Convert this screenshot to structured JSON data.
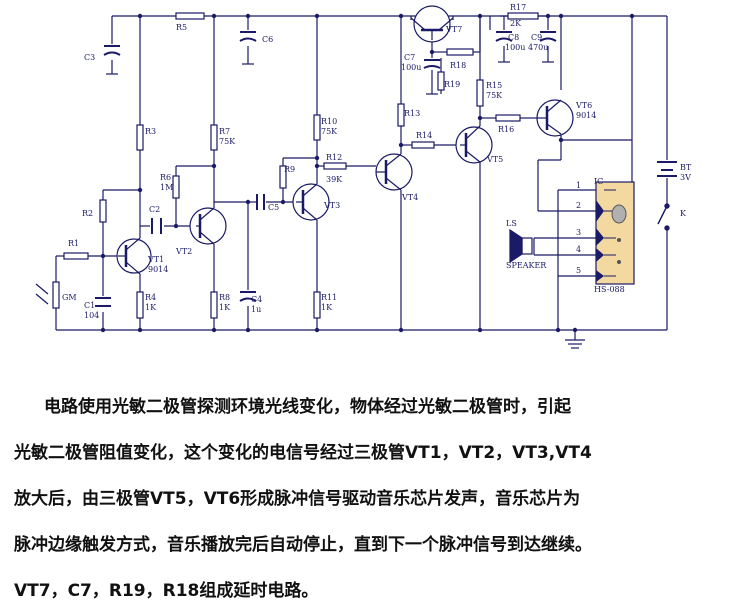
{
  "schematic": {
    "components": [
      {
        "id": "c3",
        "label": "C3"
      },
      {
        "id": "r5",
        "label": "R5"
      },
      {
        "id": "c6",
        "label": "C6"
      },
      {
        "id": "r3",
        "label": "R3"
      },
      {
        "id": "r2",
        "label": "R2"
      },
      {
        "id": "r1",
        "label": "R1"
      },
      {
        "id": "gm",
        "label": "GM"
      },
      {
        "id": "c1",
        "label": "C1",
        "value": "104"
      },
      {
        "id": "vt1",
        "label": "VT1",
        "value": "9014"
      },
      {
        "id": "r4",
        "label": "R4",
        "value": "1K"
      },
      {
        "id": "c2",
        "label": "C2"
      },
      {
        "id": "r6",
        "label": "R6",
        "value": "1M"
      },
      {
        "id": "vt2",
        "label": "VT2"
      },
      {
        "id": "r7",
        "label": "R7",
        "value": "75K"
      },
      {
        "id": "r8",
        "label": "R8",
        "value": "1K"
      },
      {
        "id": "c4",
        "label": "C4",
        "value": "1u"
      },
      {
        "id": "c5",
        "label": "C5"
      },
      {
        "id": "r9",
        "label": "R9"
      },
      {
        "id": "vt3",
        "label": "VT3"
      },
      {
        "id": "r10",
        "label": "R10",
        "value": "75K"
      },
      {
        "id": "r11",
        "label": "R11",
        "value": "1K"
      },
      {
        "id": "r12",
        "label": "R12",
        "value": "39K"
      },
      {
        "id": "vt4",
        "label": "VT4"
      },
      {
        "id": "r13",
        "label": "R13"
      },
      {
        "id": "vt7",
        "label": "VT7"
      },
      {
        "id": "c7",
        "label": "C7",
        "value": "100u"
      },
      {
        "id": "r18",
        "label": "R18"
      },
      {
        "id": "r19",
        "label": "R19"
      },
      {
        "id": "r14",
        "label": "R14"
      },
      {
        "id": "vt5",
        "label": "VT5"
      },
      {
        "id": "r17",
        "label": "R17",
        "value": "2K"
      },
      {
        "id": "c8",
        "label": "C8",
        "value": "100u"
      },
      {
        "id": "c9",
        "label": "C9",
        "value": "470u"
      },
      {
        "id": "r15",
        "label": "R15",
        "value": "75K"
      },
      {
        "id": "r16",
        "label": "R16"
      },
      {
        "id": "vt6",
        "label": "VT6",
        "value": "9014"
      },
      {
        "id": "bt",
        "label": "BT",
        "value": "3V"
      },
      {
        "id": "k",
        "label": "K"
      },
      {
        "id": "ls",
        "label": "LS",
        "value": "SPEAKER"
      },
      {
        "id": "ic",
        "label": "IC",
        "value": "HS-088"
      }
    ],
    "ic_pins": [
      "1",
      "2",
      "3",
      "4",
      "5"
    ]
  },
  "caption": {
    "lines": [
      "电路使用光敏二极管探测环境光线变化，物体经过光敏二极管时，引起",
      "光敏二极管阻值变化，这个变化的电信号经过三极管VT1，VT2，VT3,VT4",
      "放大后，由三极管VT5，VT6形成脉冲信号驱动音乐芯片发声，音乐芯片为",
      "脉冲边缘触发方式，音乐播放完后自动停止，直到下一个脉冲信号到达继续。",
      "VT7，C7，R19，R18组成延时电路。"
    ]
  },
  "colors": {
    "wire": "#1a1a66",
    "resistor_fill": "#ffffff",
    "ic_fill": "#f3d9a0",
    "text": "#111111"
  }
}
